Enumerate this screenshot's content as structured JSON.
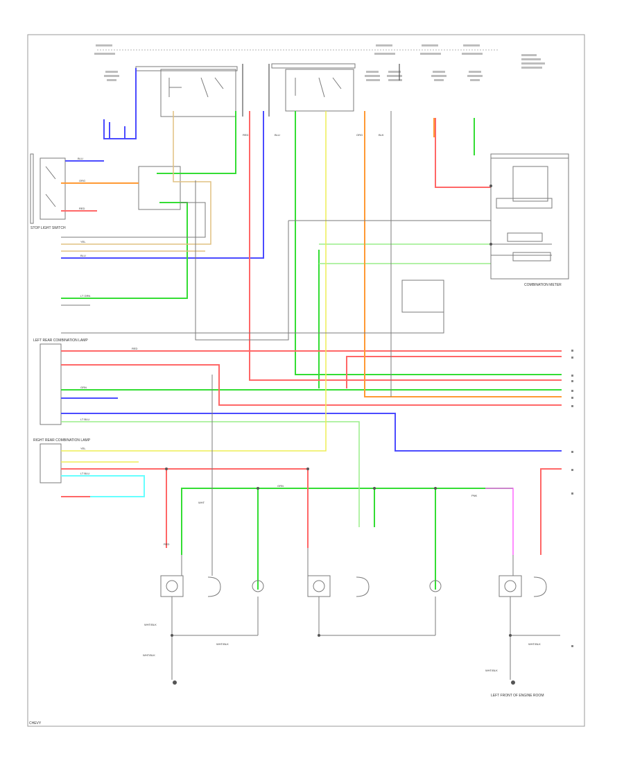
{
  "diagram": {
    "section_labels": {
      "stop_light_switch": "STOP LIGHT SWITCH",
      "combination_meter": "COMBINATION METER",
      "left_rear_combination_lamp": "LEFT REAR COMBINATION LAMP",
      "right_rear_combination_lamp": "RIGHT REAR COMBINATION LAMP",
      "left_front_ground": "LEFT FRONT OF ENGINE ROOM"
    },
    "wire_codes": {
      "blu": "BLU",
      "grn": "GRN",
      "red": "RED",
      "org": "ORG",
      "yel": "YEL",
      "wht": "WHT",
      "blk": "BLK",
      "pnk": "PNK",
      "lt_grn": "LT GRN",
      "lt_blu": "LT BLU",
      "wht_blk": "WHT/BLK"
    },
    "footer_code": "CHEVY"
  }
}
